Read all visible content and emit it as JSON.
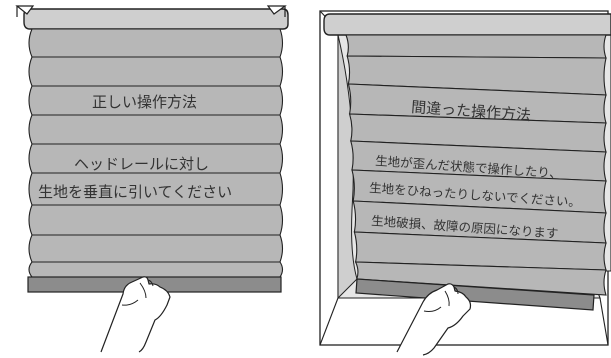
{
  "correct": {
    "title": "正しい操作方法",
    "instruction_line1": "ヘッドレールに対し",
    "instruction_line2": "生地を垂直に引いてください"
  },
  "incorrect": {
    "title": "間違った操作方法",
    "warning_line1": "生地が歪んだ状態で操作したり、",
    "warning_line2": "生地をひねったりしないでください。",
    "warning_line3": "生地破損、故障の原因になります"
  },
  "colors": {
    "fabric": "#b7b7b7",
    "fabric_fold": "#a3a3a3",
    "fabric_shadow": "#cfcfcf",
    "bottom_rail": "#8c8c8c",
    "outline": "#222222",
    "window_frame": "#ffffff",
    "window_recess": "#e6e6e6",
    "hand": "#ffffff"
  }
}
